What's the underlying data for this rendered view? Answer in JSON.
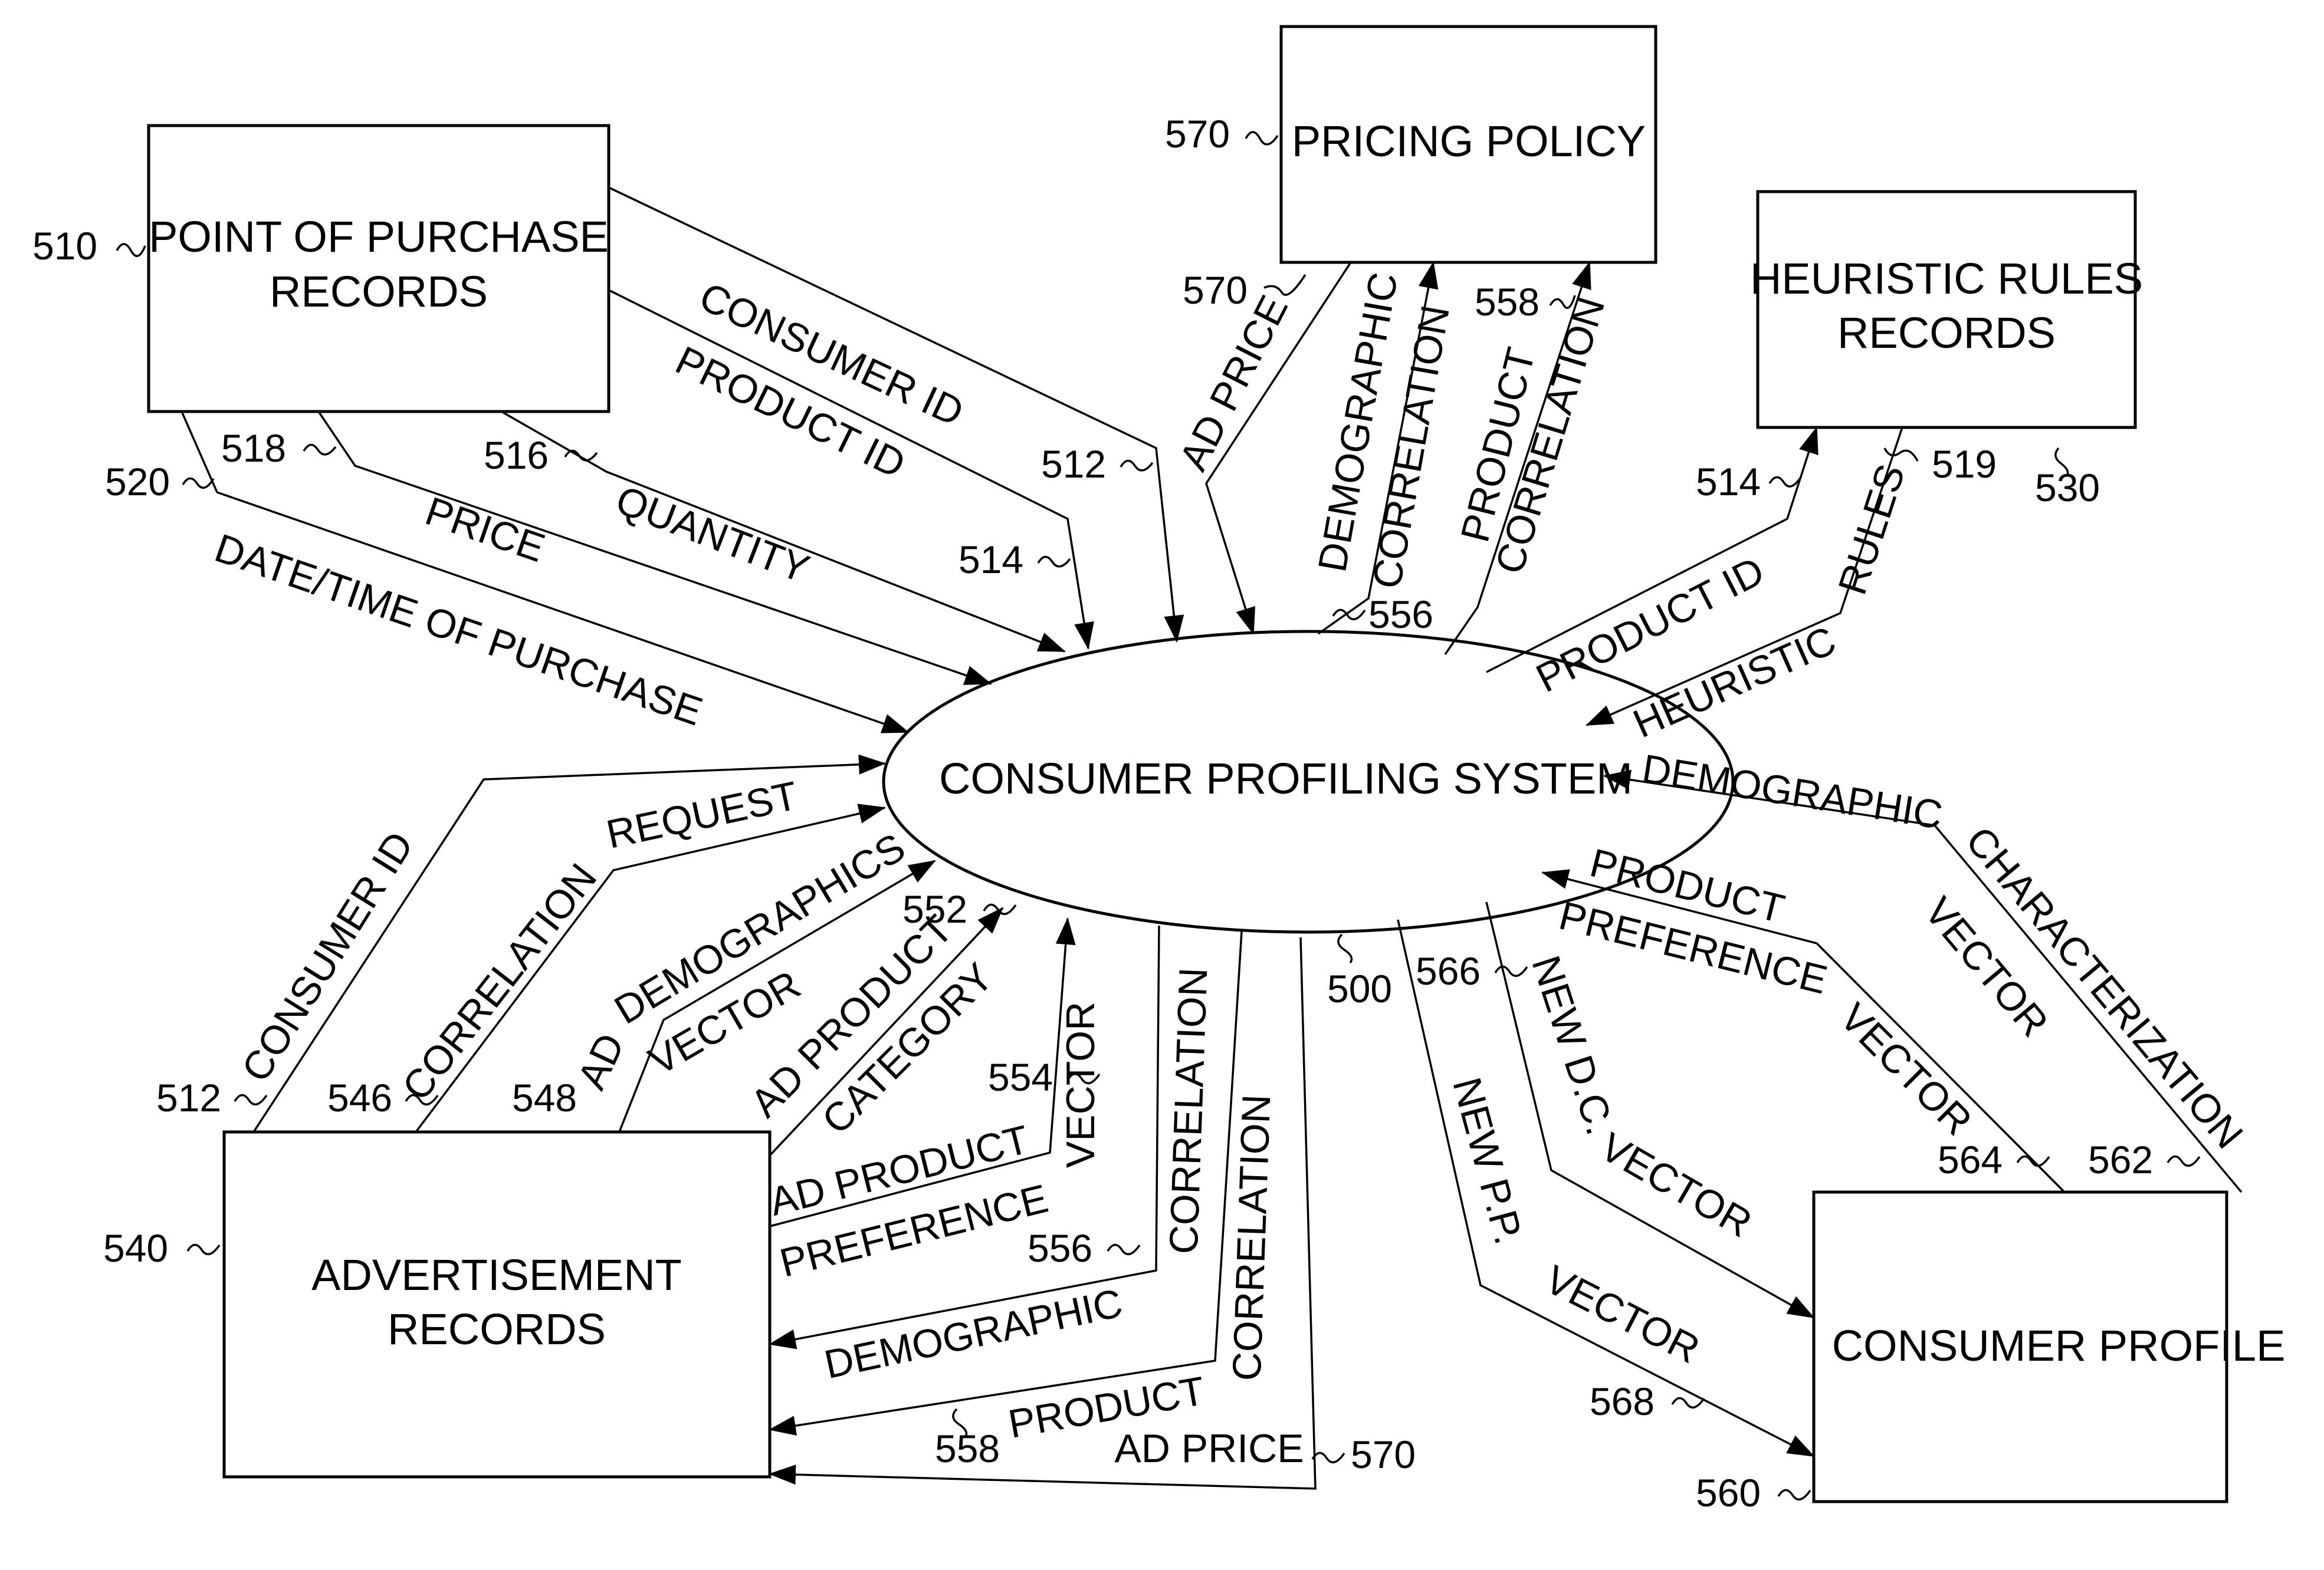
{
  "boxes": {
    "pop_line1": "POINT OF PURCHASE",
    "pop_line2": "RECORDS",
    "pricing": "PRICING POLICY",
    "heuristic_line1": "HEURISTIC RULES",
    "heuristic_line2": "RECORDS",
    "ad_line1": "ADVERTISEMENT",
    "ad_line2": "RECORDS",
    "profile": "CONSUMER PROFILE"
  },
  "hub": {
    "label": "CONSUMER PROFILING SYSTEM"
  },
  "labels": {
    "consumer_id_top": "CONSUMER ID",
    "product_id_top": "PRODUCT ID",
    "price": "PRICE",
    "quantity": "QUANTITY",
    "datetime": "DATE/TIME OF PURCHASE",
    "ad_price_top": "AD PRICE",
    "demographic_top": "DEMOGRAPHIC",
    "correlation_dc_top": "CORRELATION",
    "product_top": "PRODUCT",
    "correlation_pc_top": "CORRELATION",
    "product_id_right": "PRODUCT ID",
    "rules": "RULES",
    "heuristic": "HEURISTIC",
    "demographic_right": "DEMOGRAPHIC",
    "characterization": "CHARACTERIZATION",
    "vector_dcv": "VECTOR",
    "product_right": "PRODUCT",
    "preference_right": "PREFERENCE",
    "vector_ppv": "VECTOR",
    "new_dc": "NEW D.C.",
    "vector_new_dc": "VECTOR",
    "new_pp": "NEW P.P.",
    "vector_new_pp": "VECTOR",
    "consumer_id_left": "CONSUMER ID",
    "correlation_req": "CORRELATION",
    "request": "REQUEST",
    "ad": "AD",
    "demographics": "DEMOGRAPHICS",
    "vector_ad": "VECTOR",
    "ad_product": "AD PRODUCT",
    "category": "CATEGORY",
    "ad_product_pref": "AD PRODUCT",
    "preference_left": "PREFERENCE",
    "vector_pref": "VECTOR",
    "correlation_556": "CORRELATION",
    "demographic_bottom": "DEMOGRAPHIC",
    "correlation_558": "CORRELATION",
    "product_bottom": "PRODUCT",
    "ad_price_bottom": "AD PRICE"
  },
  "refs": {
    "r510": "510",
    "r570_box": "570",
    "r570_ad": "570",
    "r558_top": "558",
    "r556_top": "556",
    "r530": "530",
    "r519": "519",
    "r514_right": "514",
    "r518": "518",
    "r516": "516",
    "r520": "520",
    "r512_top": "512",
    "r514_top": "514",
    "r552": "552",
    "r500": "500",
    "r566": "566",
    "r564": "564",
    "r562": "562",
    "r554": "554",
    "r512_left": "512",
    "r546": "546",
    "r548": "548",
    "r540": "540",
    "r556_bottom": "556",
    "r558_bottom": "558",
    "r570_bottom": "570",
    "r568": "568",
    "r560": "560"
  }
}
